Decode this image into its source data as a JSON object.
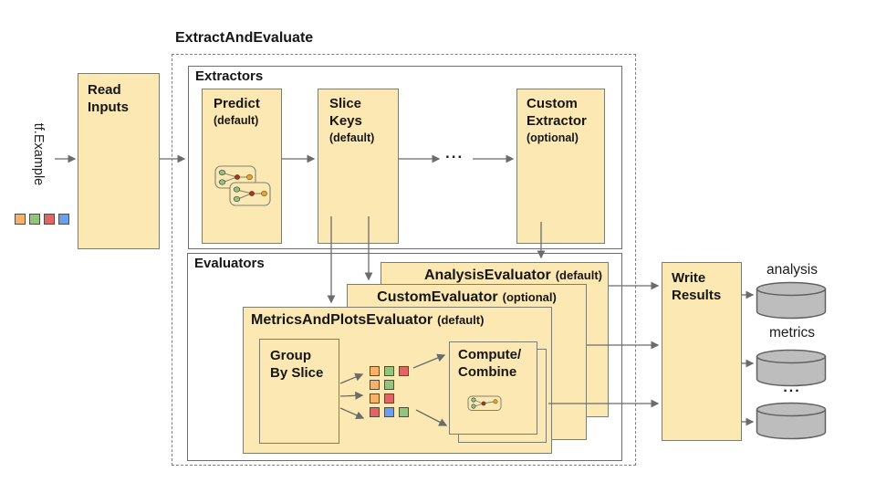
{
  "title": "ExtractAndEvaluate",
  "input": {
    "label": "tf.Example"
  },
  "sections": {
    "extractors": "Extractors",
    "evaluators": "Evaluators"
  },
  "boxes": {
    "read_inputs": {
      "label": "Read Inputs"
    },
    "predict": {
      "label": "Predict",
      "qualifier": "(default)"
    },
    "slice_keys": {
      "label": "Slice Keys",
      "qualifier": "(default)"
    },
    "extractors_ellipsis": "...",
    "custom_extractor": {
      "label": "Custom Extractor",
      "qualifier": "(optional)"
    },
    "analysis_evaluator": {
      "label": "AnalysisEvaluator",
      "qualifier": "(default)"
    },
    "custom_evaluator": {
      "label": "CustomEvaluator",
      "qualifier": "(optional)"
    },
    "metrics_evaluator": {
      "label": "MetricsAndPlotsEvaluator",
      "qualifier": "(default)"
    },
    "group_by_slice": {
      "label": "Group By Slice"
    },
    "compute_combine": {
      "line1": "Compute/",
      "line2": "Combine"
    },
    "write_results": {
      "label": "Write Results"
    }
  },
  "outputs": [
    {
      "label": "analysis"
    },
    {
      "label": "metrics"
    },
    {
      "label": "..."
    }
  ],
  "palette": {
    "orange": "#F6B26B",
    "green": "#93C47D",
    "red": "#E06666",
    "blue": "#6D9EEB"
  },
  "input_squares": [
    "orange",
    "green",
    "red",
    "blue"
  ],
  "slice_groups": [
    [
      "orange",
      "green",
      "red"
    ],
    [
      "orange",
      "green"
    ],
    [
      "orange",
      "red"
    ],
    [
      "red",
      "blue",
      "green"
    ]
  ],
  "colors": {
    "box_fill": "#FCE8B2",
    "box_border": "#7D7D6E",
    "container_border": "#6E6E6E",
    "dashed_border": "#7F7F7F",
    "arrow": "#6B6B6B",
    "cylinder_fill": "#BDBDBD",
    "cylinder_border": "#606060",
    "square_border": "#4D4D44",
    "text": "#161616"
  }
}
